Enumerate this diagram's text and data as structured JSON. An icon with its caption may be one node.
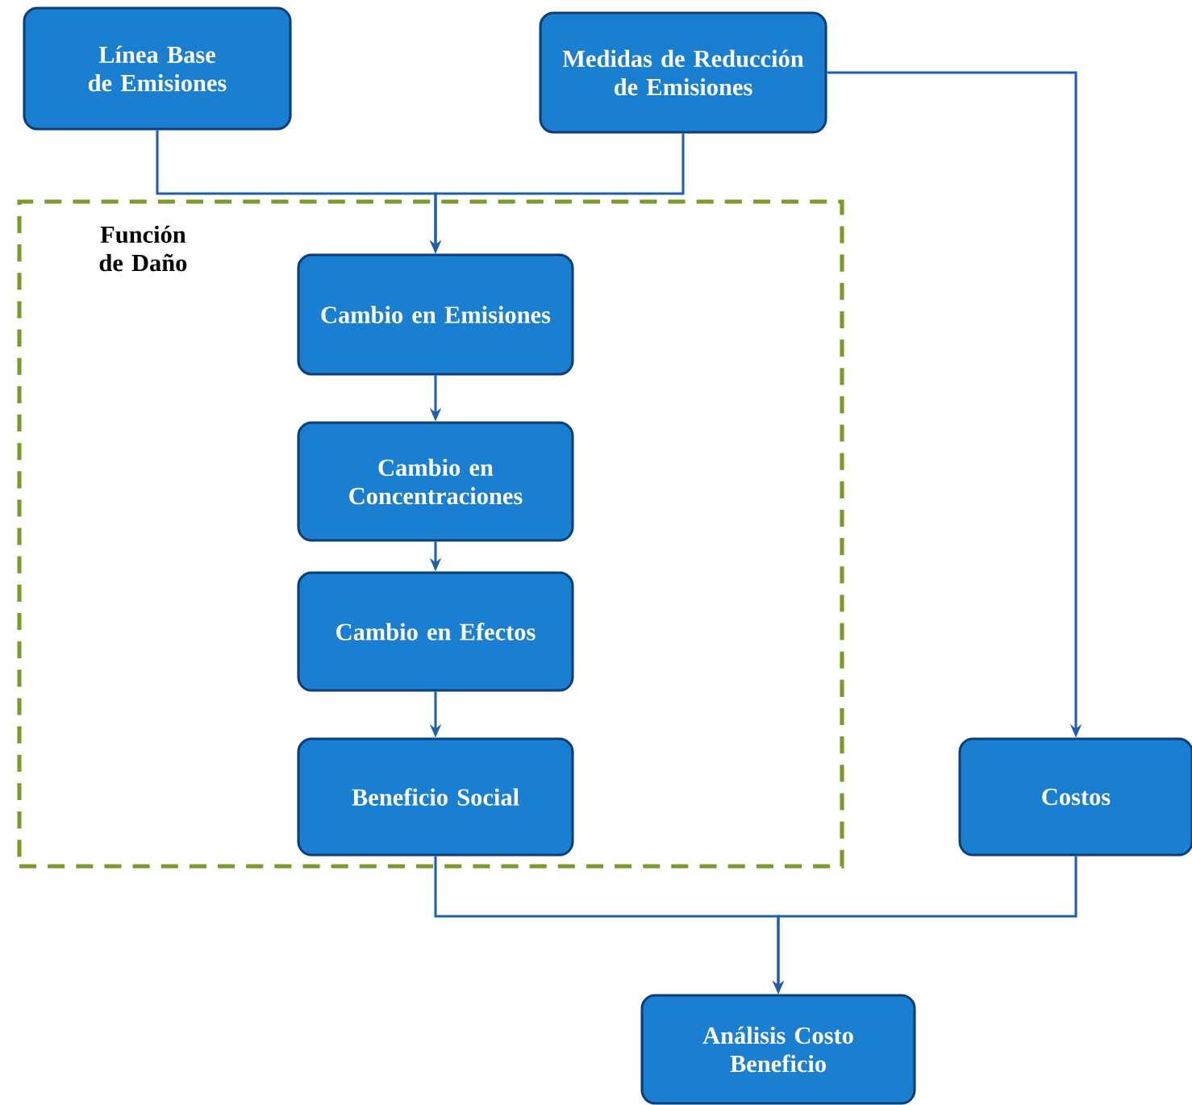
{
  "diagram": {
    "nodes": [
      {
        "text": [
          "Línea Base de Emisiones"
        ]
      },
      {
        "text": [
          "Medidas de Reducción de Emisiones"
        ]
      },
      {
        "text": [
          "Función de Daño"
        ]
      },
      {
        "text": [
          "Cambio en Emisiones"
        ],
        "in": 2
      },
      {
        "text": [
          "Cambio en Concentraciones"
        ],
        "in": 2
      },
      {
        "text": [
          "Cambio en Efectos"
        ],
        "in": 2
      },
      {
        "text": [
          "Beneficio Social"
        ],
        "in": 2
      },
      {
        "text": [
          "Costos"
        ]
      },
      {
        "text": [
          "Análisis Costo Beneficio"
        ]
      }
    ],
    "edges": [
      {
        "from": 0,
        "to": 3,
        "arrow": "to"
      },
      {
        "from": 1,
        "to": 3,
        "arrow": "to"
      },
      {
        "from": 1,
        "to": 7,
        "arrow": "to"
      },
      {
        "from": 3,
        "to": 4,
        "arrow": "to"
      },
      {
        "from": 4,
        "to": 5,
        "arrow": "to"
      },
      {
        "from": 5,
        "to": 6,
        "arrow": "to"
      },
      {
        "from": 6,
        "to": 8,
        "arrow": "to"
      },
      {
        "from": 7,
        "to": 8,
        "arrow": "to"
      }
    ]
  }
}
